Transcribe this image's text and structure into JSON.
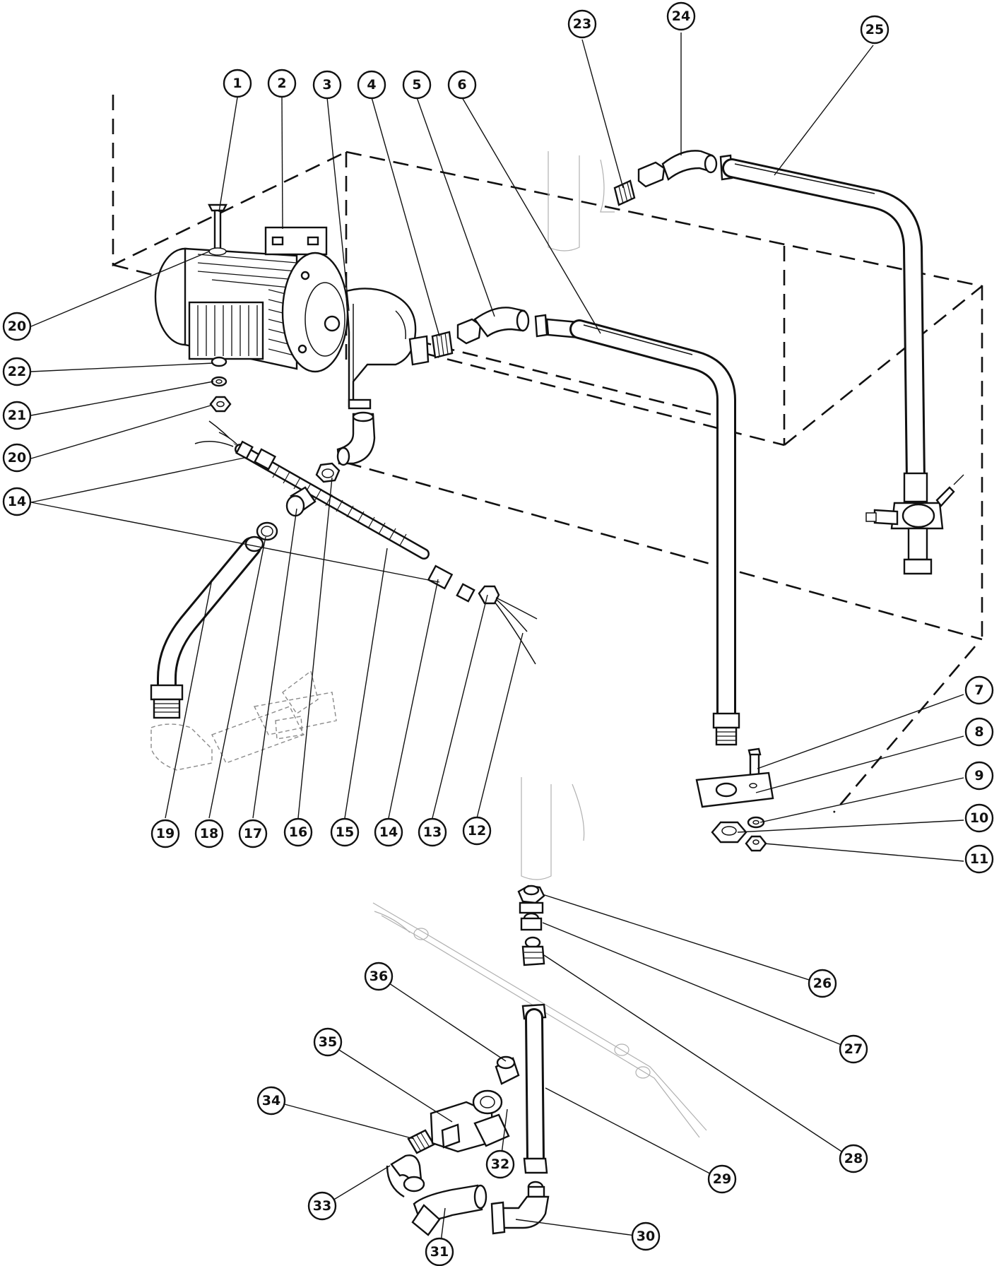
{
  "colors": {
    "ink": "#111111",
    "paper": "#ffffff",
    "ghost": "#8a8a8a"
  },
  "callouts": [
    {
      "id": "c1",
      "label": "1"
    },
    {
      "id": "c2",
      "label": "2"
    },
    {
      "id": "c3",
      "label": "3"
    },
    {
      "id": "c4",
      "label": "4"
    },
    {
      "id": "c5",
      "label": "5"
    },
    {
      "id": "c6",
      "label": "6"
    },
    {
      "id": "c7",
      "label": "7"
    },
    {
      "id": "c8",
      "label": "8"
    },
    {
      "id": "c9",
      "label": "9"
    },
    {
      "id": "c10",
      "label": "10"
    },
    {
      "id": "c11",
      "label": "11"
    },
    {
      "id": "c12",
      "label": "12"
    },
    {
      "id": "c13",
      "label": "13"
    },
    {
      "id": "c14a",
      "label": "14"
    },
    {
      "id": "c14b",
      "label": "14"
    },
    {
      "id": "c15",
      "label": "15"
    },
    {
      "id": "c16",
      "label": "16"
    },
    {
      "id": "c17",
      "label": "17"
    },
    {
      "id": "c18",
      "label": "18"
    },
    {
      "id": "c19",
      "label": "19"
    },
    {
      "id": "c20a",
      "label": "20"
    },
    {
      "id": "c20b",
      "label": "20"
    },
    {
      "id": "c21",
      "label": "21"
    },
    {
      "id": "c22",
      "label": "22"
    },
    {
      "id": "c23",
      "label": "23"
    },
    {
      "id": "c24",
      "label": "24"
    },
    {
      "id": "c25",
      "label": "25"
    },
    {
      "id": "c26",
      "label": "26"
    },
    {
      "id": "c27",
      "label": "27"
    },
    {
      "id": "c28",
      "label": "28"
    },
    {
      "id": "c29",
      "label": "29"
    },
    {
      "id": "c30",
      "label": "30"
    },
    {
      "id": "c31",
      "label": "31"
    },
    {
      "id": "c32",
      "label": "32"
    },
    {
      "id": "c33",
      "label": "33"
    },
    {
      "id": "c34",
      "label": "34"
    },
    {
      "id": "c35",
      "label": "35"
    },
    {
      "id": "c36",
      "label": "36"
    }
  ]
}
